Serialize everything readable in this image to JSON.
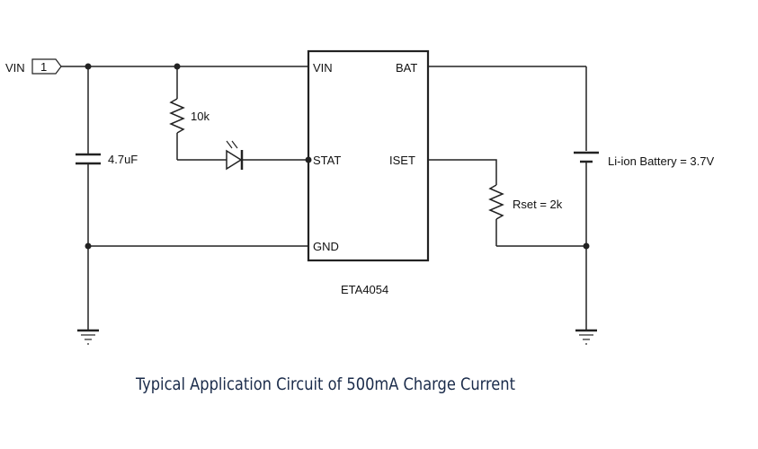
{
  "input_port": {
    "name": "VIN",
    "pin": "1"
  },
  "ic": {
    "part": "ETA4054",
    "pins": {
      "vin": "VIN",
      "bat": "BAT",
      "stat": "STAT",
      "iset": "ISET",
      "gnd": "GND"
    }
  },
  "components": {
    "capacitor": "4.7uF",
    "pullup_resistor": "10k",
    "rset": "Rset = 2k",
    "battery": "Li-ion Battery = 3.7V"
  },
  "caption": "Typical Application Circuit of 500mA Charge Current"
}
